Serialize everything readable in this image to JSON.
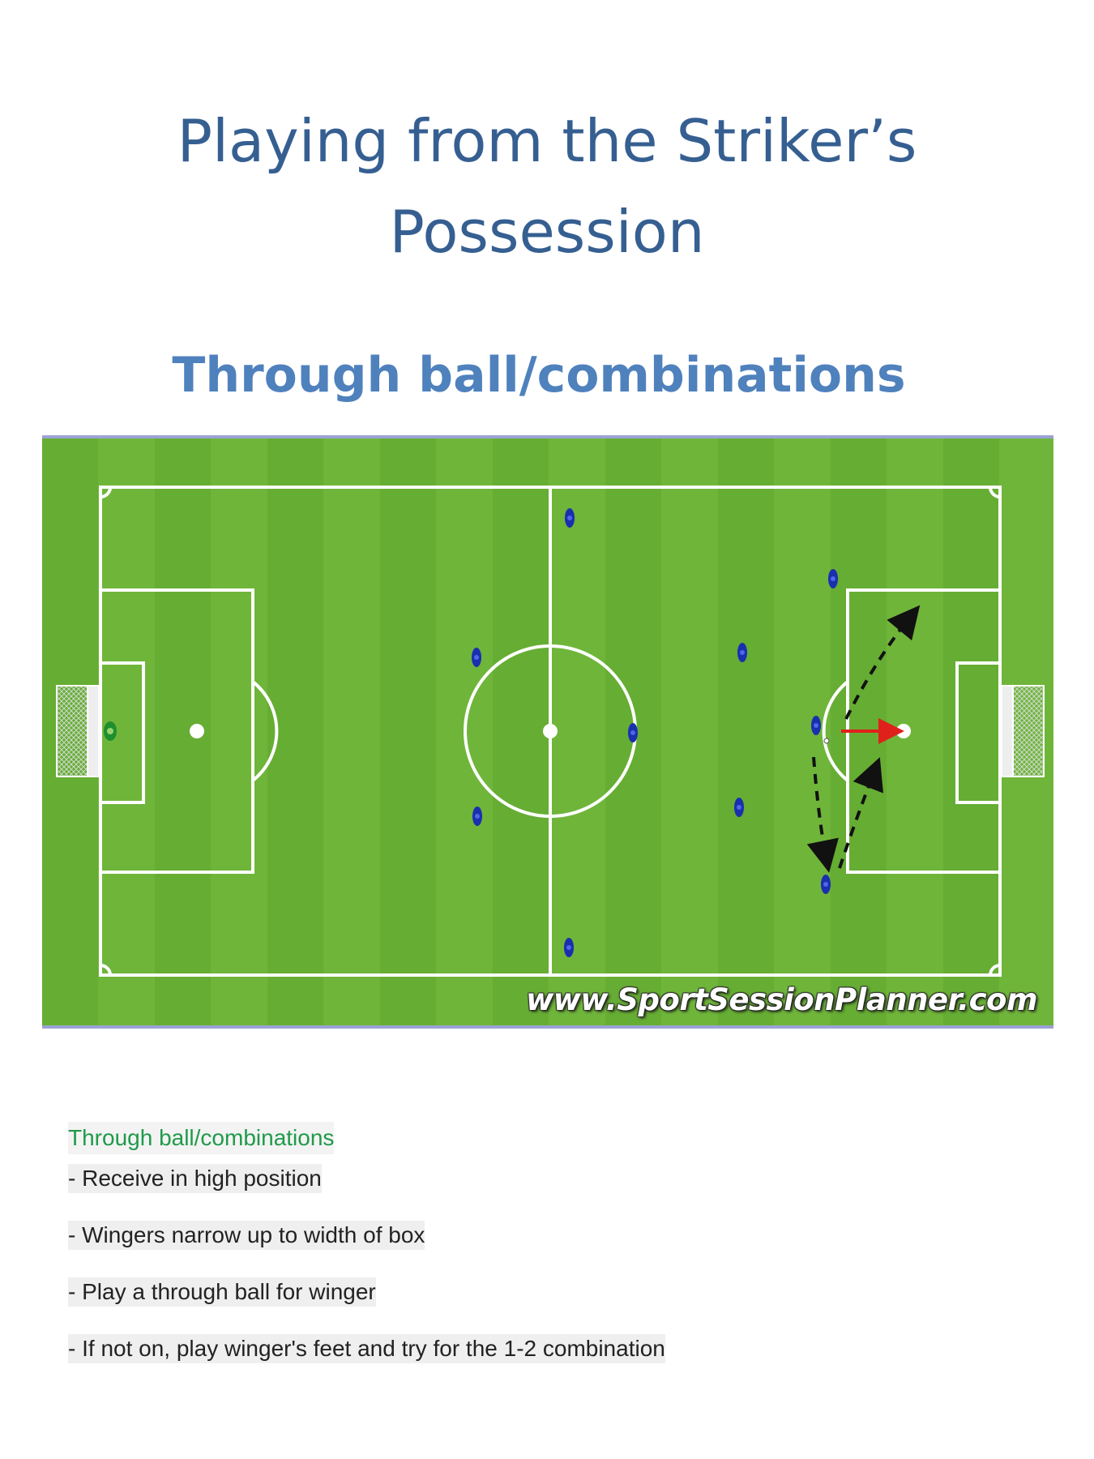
{
  "document": {
    "title_line_1": "Playing from the Striker’s",
    "title_line_2": "Possession",
    "subtitle": "Through ball/combinations"
  },
  "diagram": {
    "watermark": "www.SportSessionPlanner.com",
    "colors": {
      "grass_light": "#6fb53a",
      "grass_dark": "#5fa52c",
      "lines": "#ffffff",
      "player": "#1a2fb0",
      "goalkeeper": "#1e8f2e",
      "run_arrow": "#111111",
      "pass_arrow": "#e0201a",
      "frame_border": "#9aa2d6"
    }
  },
  "notes": {
    "heading": "Through ball/combinations",
    "heading_color": "#1f9a4a",
    "items": [
      "- Receive in high position",
      "- Wingers narrow up to width of box",
      "- Play a through ball for winger",
      "- If not on, play winger's feet and try for the 1-2 combination"
    ]
  }
}
